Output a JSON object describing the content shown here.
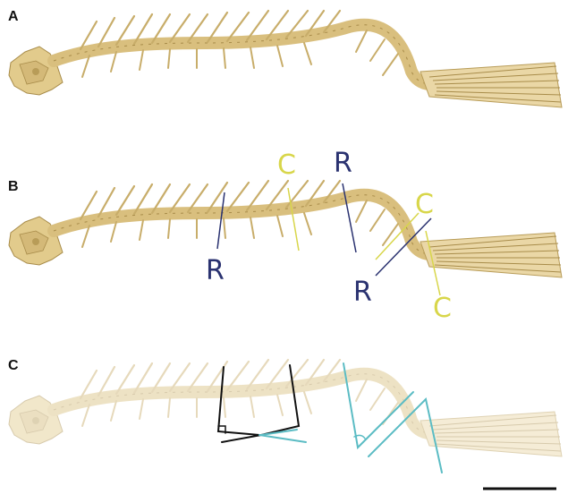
{
  "panels": [
    {
      "label": "A"
    },
    {
      "label": "B"
    },
    {
      "label": "C"
    }
  ],
  "annotations": {
    "C": "C",
    "R": "R"
  },
  "colors": {
    "bone": "#e2cb8c",
    "bone_dark": "#a88c4a",
    "bone_faded": "#f0e3c2",
    "yellow_line": "#d8d64a",
    "blue_line": "#2a3270",
    "cyan_line": "#5bbcc4",
    "black_line": "#111111"
  },
  "scale_bar": {}
}
